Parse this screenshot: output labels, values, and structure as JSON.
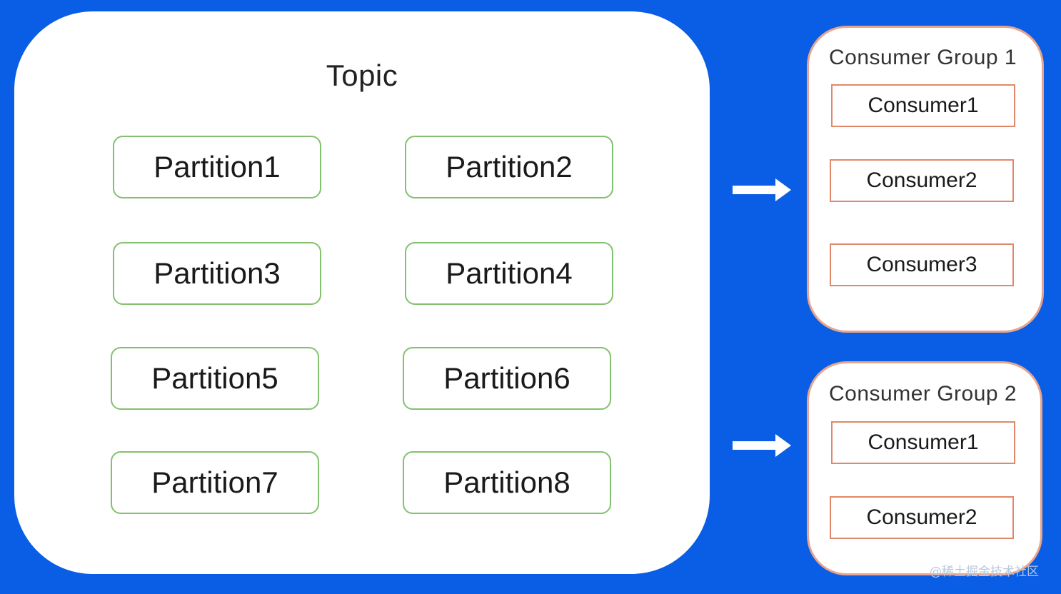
{
  "topic": {
    "title": "Topic",
    "partitions": [
      "Partition1",
      "Partition2",
      "Partition3",
      "Partition4",
      "Partition5",
      "Partition6",
      "Partition7",
      "Partition8"
    ]
  },
  "consumer_groups": [
    {
      "title": "Consumer Group 1",
      "consumers": [
        "Consumer1",
        "Consumer2",
        "Consumer3"
      ]
    },
    {
      "title": "Consumer Group 2",
      "consumers": [
        "Consumer1",
        "Consumer2"
      ]
    }
  ],
  "watermark": "@稀土掘金技术社区",
  "colors": {
    "background": "#0a5ee6",
    "partition_border": "#82c16f",
    "group_border": "#e8a48c",
    "consumer_border": "#e0886a"
  }
}
